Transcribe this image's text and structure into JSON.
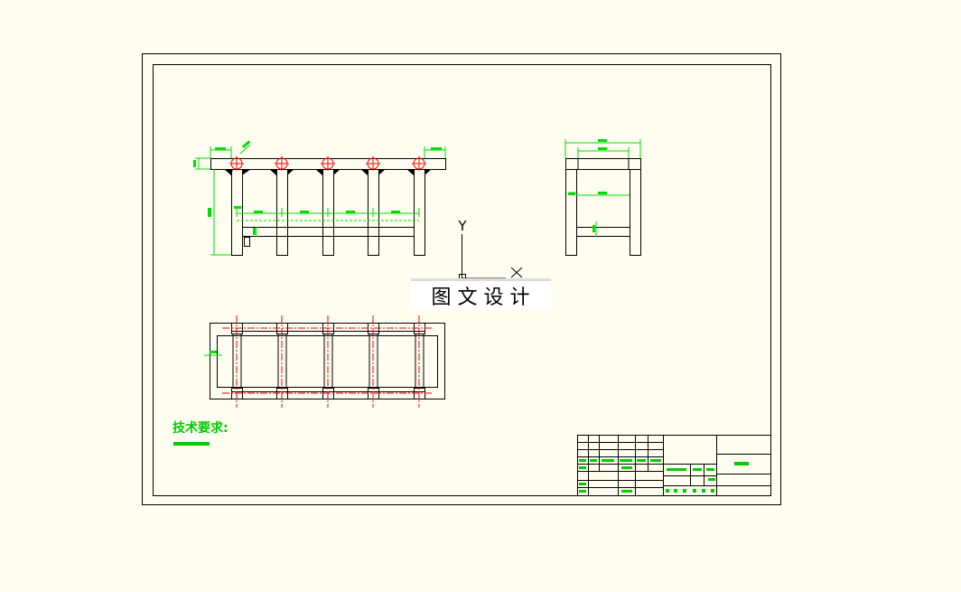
{
  "colors": {
    "background": "#fffdf0",
    "line": "#000000",
    "dimension": "#00dd00",
    "center": "#ff0000",
    "text_green": "#00cc00"
  },
  "watermark": {
    "text": "图 文 设 计"
  },
  "ucs": {
    "y_label": "Y",
    "x_label": "X"
  },
  "tech_requirements": {
    "title": "技术要求:"
  },
  "title_block": {
    "drawing_name": ""
  }
}
